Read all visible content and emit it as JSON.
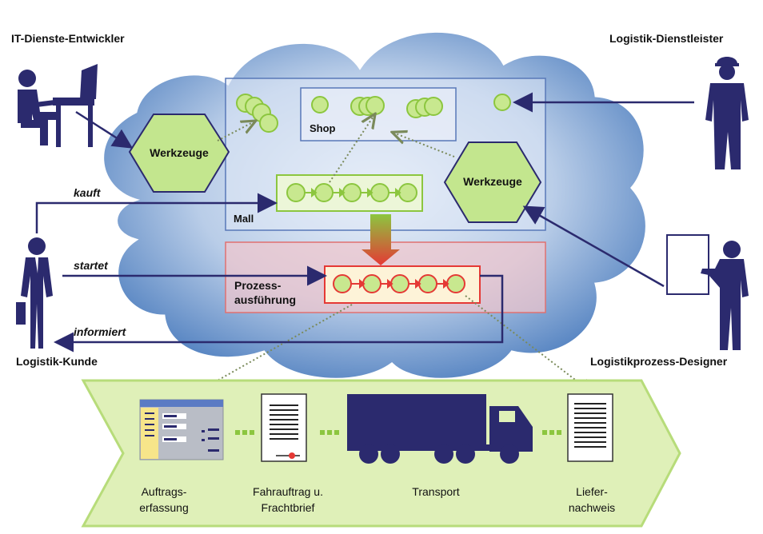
{
  "roles": {
    "developer": "IT-Dienste-Entwickler",
    "provider": "Logistik-Dienstleister",
    "customer": "Logistik-Kunde",
    "designer": "Logistikprozess-Designer"
  },
  "cloud": {
    "tools_left": "Werkzeuge",
    "tools_right": "Werkzeuge",
    "shop": "Shop",
    "mall": "Mall",
    "process_line1": "Prozess-",
    "process_line2": "ausführung"
  },
  "actions": {
    "buys": "kauft",
    "starts": "startet",
    "informs": "informiert"
  },
  "steps": {
    "order": "Auftrags-\nerfassung",
    "freight": "Fahrauftrag u.\nFrachtbrief",
    "transport": "Transport",
    "delivery": "Liefer-\nnachweis"
  },
  "colors": {
    "navy": "#2b2a6e",
    "green_fill": "#b7e07a",
    "green_stroke": "#8cc63f",
    "red": "#e53935",
    "arrow_band": "#dff0b8",
    "cloud_blue": "#5e8dc8"
  }
}
